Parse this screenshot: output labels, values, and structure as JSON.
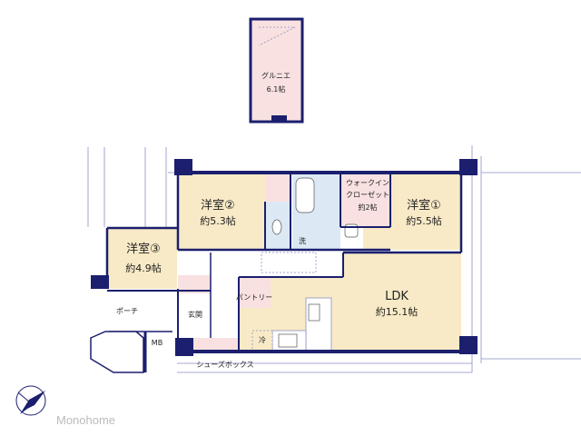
{
  "colors": {
    "wall": "#1b1f6e",
    "room": "#f8eac6",
    "storage": "#f9e1e1",
    "wet": "#dce9f5",
    "brand_text": "#bbbbbb"
  },
  "loft": {
    "name": "グルニエ",
    "size": "6.1帖"
  },
  "rooms": {
    "western2": {
      "name": "洋室②",
      "size": "約5.3帖"
    },
    "western1": {
      "name": "洋室①",
      "size": "約5.5帖"
    },
    "western3": {
      "name": "洋室③",
      "size": "約4.9帖"
    },
    "wic": {
      "line1": "ウォークイン",
      "line2": "クローゼット",
      "size": "約2帖"
    },
    "ldk": {
      "name": "LDK",
      "size": "約15.1帖"
    }
  },
  "labels": {
    "wash": "洗",
    "pantry": "パントリー",
    "porch": "ポーチ",
    "entrance": "玄関",
    "mb": "MB",
    "fridge": "冷",
    "shoebox": "シューズボックス"
  },
  "brand": {
    "name": "Monohome"
  }
}
